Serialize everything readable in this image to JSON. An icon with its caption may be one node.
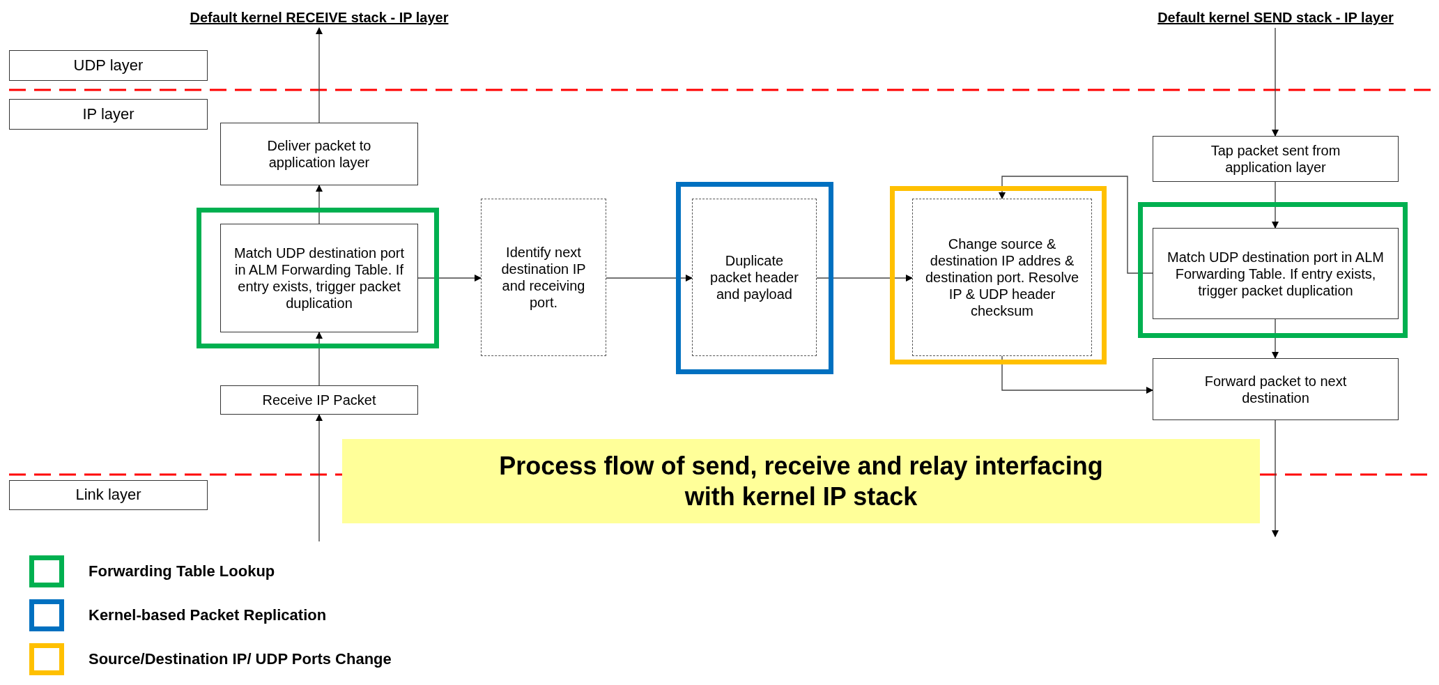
{
  "diagram": {
    "title": "Process flow of send, receive and relay interfacing with kernel IP stack",
    "nodes": [
      {
        "text": [
          "UDP layer"
        ]
      },
      {
        "text": [
          "IP layer"
        ]
      },
      {
        "text": [
          "Deliver packet to application layer"
        ]
      },
      {
        "text": [],
        "shape": "box"
      },
      {
        "text": [
          "Match UDP destination port in ALM Forwarding Table. If entry exists, trigger packet duplication"
        ],
        "in": 3
      },
      {
        "text": [
          "Identify next destination IP and receiving port."
        ]
      },
      {
        "text": [],
        "shape": "box"
      },
      {
        "text": [
          "Duplicate packet header and payload"
        ],
        "in": 6
      },
      {
        "text": [],
        "shape": "box"
      },
      {
        "text": [
          "Change source & destination IP addres & destination port. Resolve IP & UDP header checksum"
        ],
        "in": 8
      },
      {
        "text": [
          "Tap packet sent from application layer"
        ]
      },
      {
        "text": [],
        "shape": "box"
      },
      {
        "text": [
          "Match UDP destination port in ALM Forwarding Table. If entry exists, trigger packet duplication"
        ],
        "in": 11
      },
      {
        "text": [
          "Forward packet to next destination"
        ]
      },
      {
        "text": [
          "Receive IP Packet"
        ]
      },
      {
        "text": [
          "Link layer"
        ]
      },
      {
        "text": [
          "Default kernel RECEIVE stack - IP layer"
        ]
      },
      {
        "text": [
          "Default kernel SEND stack - IP layer"
        ]
      }
    ],
    "edges": [
      {
        "from": null,
        "to": 14,
        "arrow": "to"
      },
      {
        "from": 14,
        "to": 4,
        "arrow": "to"
      },
      {
        "from": 4,
        "to": 2,
        "arrow": "to"
      },
      {
        "from": 2,
        "to": 16,
        "arrow": "to"
      },
      {
        "from": 4,
        "to": 5,
        "arrow": "to"
      },
      {
        "from": 5,
        "to": 7,
        "arrow": "to"
      },
      {
        "from": 7,
        "to": 9,
        "arrow": "to"
      },
      {
        "from": 17,
        "to": 10,
        "arrow": "to"
      },
      {
        "from": 10,
        "to": 12,
        "arrow": "to"
      },
      {
        "from": 12,
        "to": 9,
        "arrow": "to"
      },
      {
        "from": 9,
        "to": 13,
        "arrow": "to"
      },
      {
        "from": 12,
        "to": 13,
        "arrow": "to"
      },
      {
        "from": 13,
        "to": null,
        "arrow": "to"
      }
    ],
    "legend": [
      {
        "text": "Forwarding Table Lookup",
        "color": "#00b050"
      },
      {
        "text": "Kernel-based Packet Replication",
        "color": "#0070c0"
      },
      {
        "text": "Source/Destination IP/ UDP Ports Change",
        "color": "#ffc000"
      }
    ]
  }
}
